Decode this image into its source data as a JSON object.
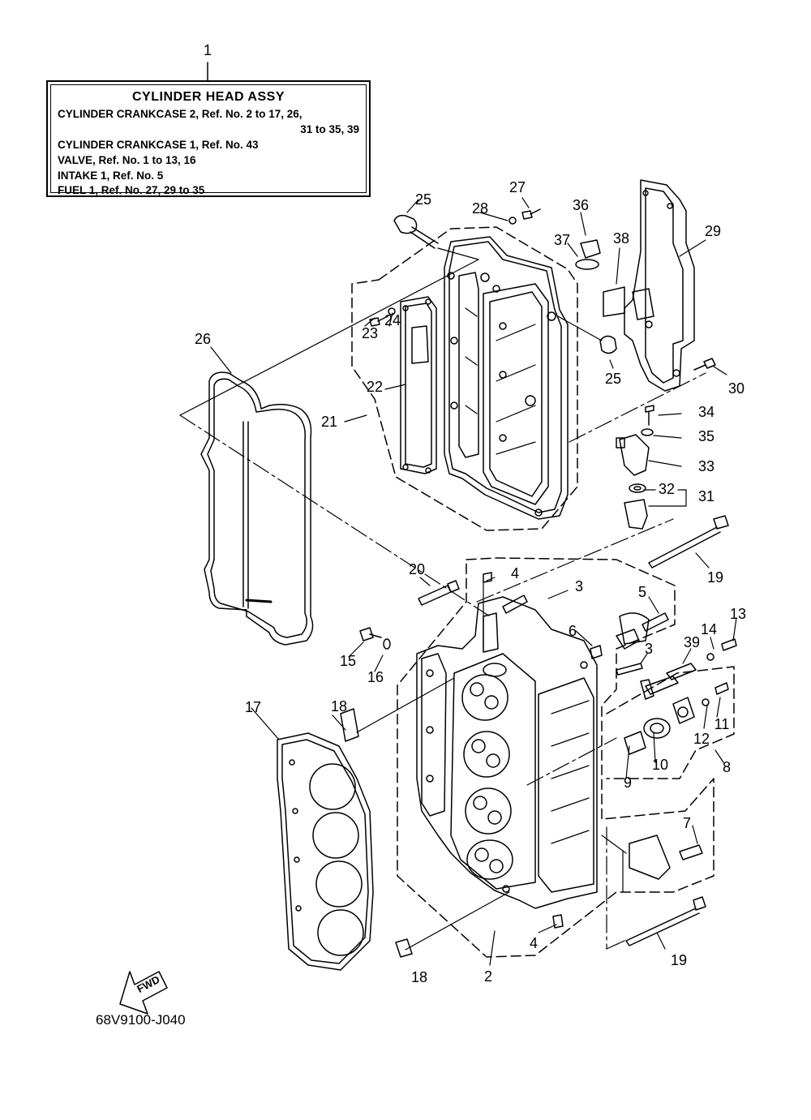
{
  "legend": {
    "ref_number": "1",
    "title": "CYLINDER HEAD ASSY",
    "lines": [
      "CYLINDER CRANKCASE 2,  Ref. No. 2 to 17, 26,",
      "31 to 35, 39",
      "CYLINDER CRANKCASE 1,  Ref. No. 43",
      "VALVE,  Ref. No. 1 to 13, 16",
      "INTAKE 1,  Ref. No. 5",
      "FUEL 1,  Ref. No. 27, 29 to 35"
    ]
  },
  "callouts": {
    "c2": "2",
    "c3a": "3",
    "c3b": "3",
    "c4a": "4",
    "c4b": "4",
    "c5": "5",
    "c6": "6",
    "c7": "7",
    "c8": "8",
    "c9": "9",
    "c10": "10",
    "c11": "11",
    "c12": "12",
    "c13": "13",
    "c14": "14",
    "c15": "15",
    "c16": "16",
    "c17": "17",
    "c18a": "18",
    "c18b": "18",
    "c19a": "19",
    "c19b": "19",
    "c20": "20",
    "c21": "21",
    "c22": "22",
    "c23": "23",
    "c24": "24",
    "c25a": "25",
    "c25b": "25",
    "c26": "26",
    "c27": "27",
    "c28": "28",
    "c29": "29",
    "c30": "30",
    "c31": "31",
    "c32": "32",
    "c33": "33",
    "c34": "34",
    "c35": "35",
    "c36": "36",
    "c37": "37",
    "c38": "38",
    "c39": "39"
  },
  "fwd_label": "FWD",
  "diagram_code": "68V9100-J040"
}
